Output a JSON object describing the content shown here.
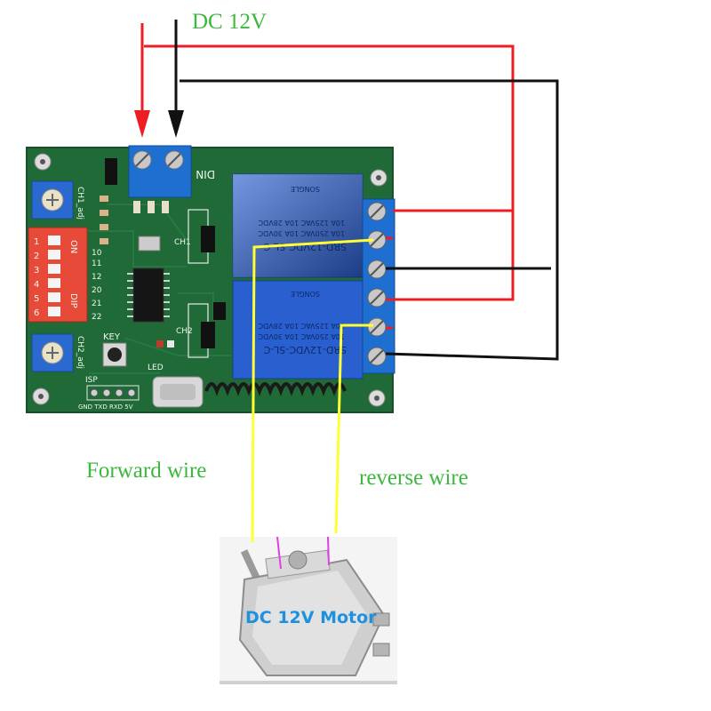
{
  "labels": {
    "supply": "DC 12V",
    "forward_wire": "Forward wire",
    "reverse_wire": "reverse wire",
    "motor": "DC 12V Motor"
  },
  "board": {
    "power_terminal": "DIN",
    "ch1_adj": "CH1_adj",
    "ch2_adj": "CH2_adj",
    "dip_on": "ON",
    "dip_label": "DIP",
    "dip_numbers": [
      "1",
      "2",
      "3",
      "4",
      "5",
      "6"
    ],
    "mode_codes": [
      "10",
      "11",
      "12",
      "20",
      "21",
      "22"
    ],
    "ch1": "CH1",
    "ch2": "CH2",
    "key": "KEY",
    "led": "LED",
    "isp": "ISP",
    "isp_pins": "GND TXD RXD 5V",
    "relay_model": "SRD-12VDC-SL-C",
    "relay_rating_1": "10A 250VAC  10A 30VDC",
    "relay_rating_2": "10A 125VAC  10A 28VDC",
    "relay_brand": "SONGLE"
  },
  "colors": {
    "positive_wire": "#ee1c24",
    "negative_wire": "#111111",
    "motor_wire": "#ffff33",
    "label_green": "#3cb83c",
    "pcb_green": "#1f6a37",
    "relay_blue": "#2a5fd0",
    "terminal_blue": "#1e6fd0"
  }
}
